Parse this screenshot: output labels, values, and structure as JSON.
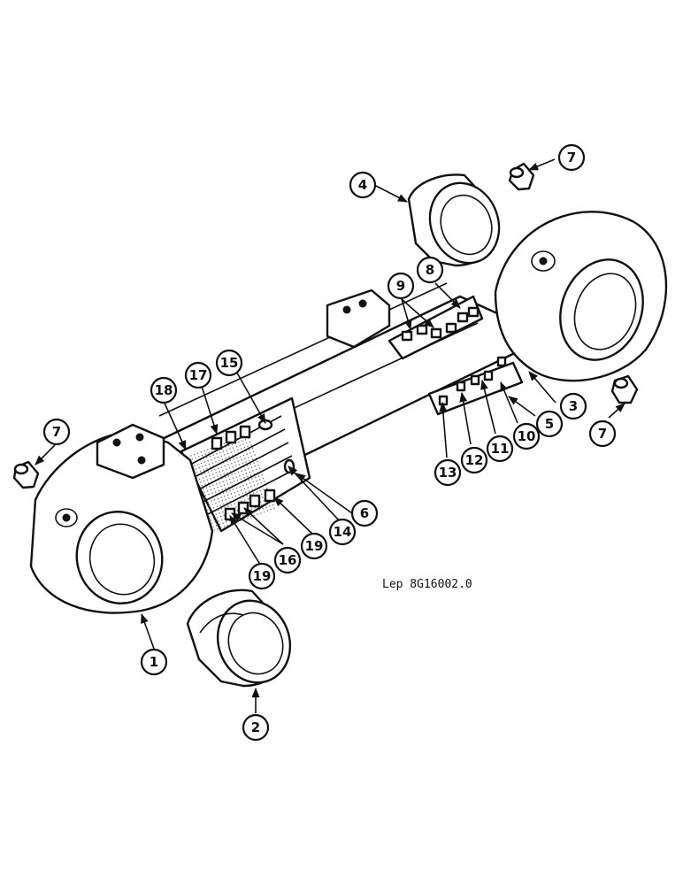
{
  "diagram": {
    "reference_label": "Lep 8G16002.0",
    "callouts": [
      {
        "id": "c1",
        "label": "1"
      },
      {
        "id": "c2",
        "label": "2"
      },
      {
        "id": "c3",
        "label": "3"
      },
      {
        "id": "c4",
        "label": "4"
      },
      {
        "id": "c5",
        "label": "5"
      },
      {
        "id": "c6",
        "label": "6"
      },
      {
        "id": "c7a",
        "label": "7"
      },
      {
        "id": "c7b",
        "label": "7"
      },
      {
        "id": "c7c",
        "label": "7"
      },
      {
        "id": "c8",
        "label": "8"
      },
      {
        "id": "c9",
        "label": "9"
      },
      {
        "id": "c10",
        "label": "10"
      },
      {
        "id": "c11",
        "label": "11"
      },
      {
        "id": "c12",
        "label": "12"
      },
      {
        "id": "c13",
        "label": "13"
      },
      {
        "id": "c14",
        "label": "14"
      },
      {
        "id": "c15",
        "label": "15"
      },
      {
        "id": "c16",
        "label": "16"
      },
      {
        "id": "c17",
        "label": "17"
      },
      {
        "id": "c18",
        "label": "18"
      },
      {
        "id": "c19a",
        "label": "19"
      },
      {
        "id": "c19b",
        "label": "19"
      }
    ]
  }
}
